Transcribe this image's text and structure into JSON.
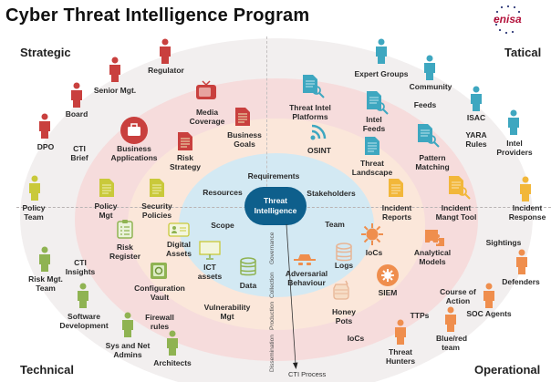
{
  "title": "Cyber Threat Intelligence Program",
  "logo": {
    "text": "enisa"
  },
  "quadrants": {
    "top_left": "Strategic",
    "top_right": "Tatical",
    "bottom_left": "Technical",
    "bottom_right": "Operational"
  },
  "colors": {
    "strategic": "#c9403e",
    "tactical": "#3ea7c0",
    "technical": "#8fb352",
    "policy": "#c9c93a",
    "incident": "#f2b73a",
    "operational": "#ef8e4d",
    "core": "#0e5f8c",
    "ring_outer": "#f2efef",
    "ring_2": "#f6dcdc",
    "ring_3": "#fbe7da",
    "ring_inner": "#d3e9f3"
  },
  "core": {
    "line1": "Threat",
    "line2": "Intelligence"
  },
  "core_ring": [
    "Requirements",
    "Resources",
    "Stakeholders",
    "Scope",
    "Team"
  ],
  "process_stages": [
    "Governance",
    "Collection",
    "Production",
    "Dissemination"
  ],
  "process_label": "CTI Process",
  "strategic": {
    "people": [
      "Regulator",
      "Senior Mgt.",
      "Board",
      "DPO"
    ],
    "items": [
      "Media Coverage",
      "Business Goals",
      "Business Applications",
      "Risk Strategy",
      "CTI Brief"
    ]
  },
  "tactical": {
    "people": [
      "Expert Groups",
      "Community",
      "ISAC",
      "Intel Providers"
    ],
    "items": [
      "Threat Intel Platforms",
      "Intel Feeds",
      "Feeds",
      "OSINT",
      "Threat Landscape",
      "Pattern Matching",
      "YARA Rules"
    ]
  },
  "policy_row": {
    "people": [
      "Policy Team",
      "Incident Response"
    ],
    "items": [
      "Policy Mgt",
      "Security Policies",
      "Incident Reports",
      "Incident Mangt Tool"
    ]
  },
  "technical": {
    "people": [
      "Risk Mgt. Team",
      "Software Development",
      "Sys and Net Admins",
      "Architects"
    ],
    "items": [
      "Risk Register",
      "Digital Assets",
      "ICT assets",
      "Data",
      "Configuration Vault",
      "Vulnerability Mgt",
      "Firewall rules",
      "CTI Insights"
    ]
  },
  "operational": {
    "people": [
      "Defenders",
      "SOC Agents",
      "Blue/red team",
      "Threat Hunters"
    ],
    "items": [
      "Adversarial Behaviour",
      "Logs",
      "Honey Pots",
      "IoCs",
      "IoCs",
      "SIEM",
      "Analytical Models",
      "TTPs",
      "Course of Action",
      "Sightings"
    ]
  }
}
